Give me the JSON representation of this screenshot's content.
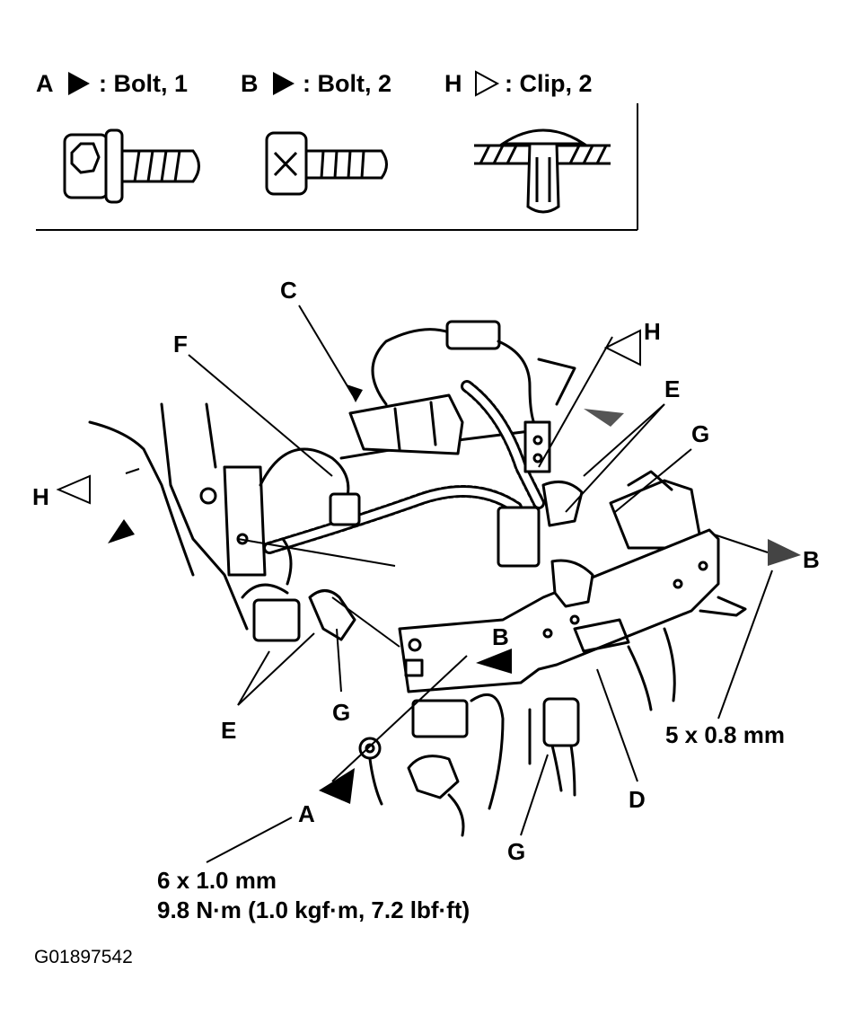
{
  "legend": {
    "a_letter": "A",
    "a_text": ": Bolt, 1",
    "b_letter": "B",
    "b_text": ": Bolt, 2",
    "h_letter": "H",
    "h_text": ": Clip, 2"
  },
  "callouts": {
    "c": "C",
    "f": "F",
    "h_top": "H",
    "e_top": "E",
    "g_top": "G",
    "h_left": "H",
    "b_right": "B",
    "b_mid": "B",
    "e_bottom": "E",
    "g_mid": "G",
    "d": "D",
    "a": "A",
    "g_bottom": "G"
  },
  "specs": {
    "b_size": "5 x 0.8 mm",
    "a_size": "6 x 1.0 mm",
    "a_torque": "9.8 N·m (1.0 kgf·m, 7.2 lbf·ft)"
  },
  "figure_id": "G01897542"
}
